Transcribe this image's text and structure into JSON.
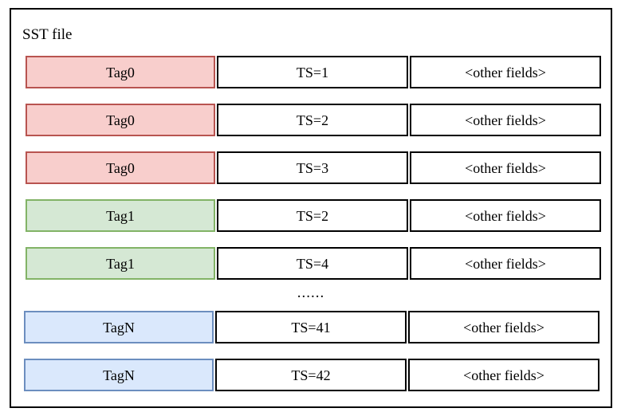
{
  "diagram": {
    "title": "SST file",
    "columns": [
      "tag",
      "timestamp",
      "other"
    ],
    "ellipsis": "......",
    "colors": {
      "red_fill": "#f8cecc",
      "red_border": "#b85450",
      "green_fill": "#d5e8d4",
      "green_border": "#82b366",
      "blue_fill": "#dae8fc",
      "blue_border": "#6c8ebf",
      "frame_border": "#000000",
      "text": "#000000"
    },
    "rows": [
      {
        "tag": "Tag0",
        "ts": "TS=1",
        "other": "<other fields>",
        "color": "red"
      },
      {
        "tag": "Tag0",
        "ts": "TS=2",
        "other": "<other fields>",
        "color": "red"
      },
      {
        "tag": "Tag0",
        "ts": "TS=3",
        "other": "<other fields>",
        "color": "red"
      },
      {
        "tag": "Tag1",
        "ts": "TS=2",
        "other": "<other fields>",
        "color": "green"
      },
      {
        "tag": "Tag1",
        "ts": "TS=4",
        "other": "<other fields>",
        "color": "green"
      },
      {
        "tag": "TagN",
        "ts": "TS=41",
        "other": "<other fields>",
        "color": "blue"
      },
      {
        "tag": "TagN",
        "ts": "TS=42",
        "other": "<other fields>",
        "color": "blue"
      }
    ]
  }
}
